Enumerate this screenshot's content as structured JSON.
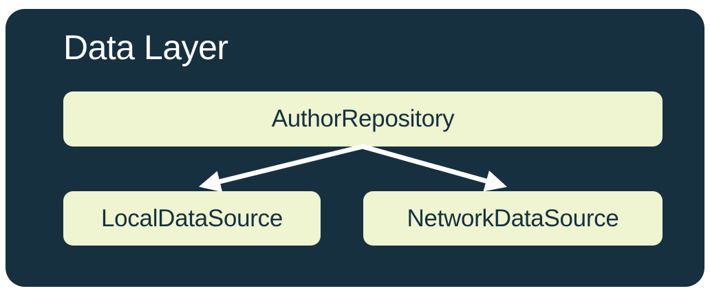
{
  "diagram": {
    "title": "Data Layer",
    "nodes": [
      {
        "id": "author-repository",
        "label": "AuthorRepository"
      },
      {
        "id": "local-data-source",
        "label": "LocalDataSource"
      },
      {
        "id": "network-data-source",
        "label": "NetworkDataSource"
      }
    ],
    "edges": [
      {
        "from": "author-repository",
        "to": "local-data-source",
        "style": "arrow"
      },
      {
        "from": "author-repository",
        "to": "network-data-source",
        "style": "arrow"
      }
    ],
    "colors": {
      "page_background": "#FFFFFF",
      "container_background": "#163040",
      "node_background": "#EEF5D0",
      "node_text": "#163040",
      "title_text": "#FFFFFF",
      "arrow": "#FFFFFF"
    }
  }
}
